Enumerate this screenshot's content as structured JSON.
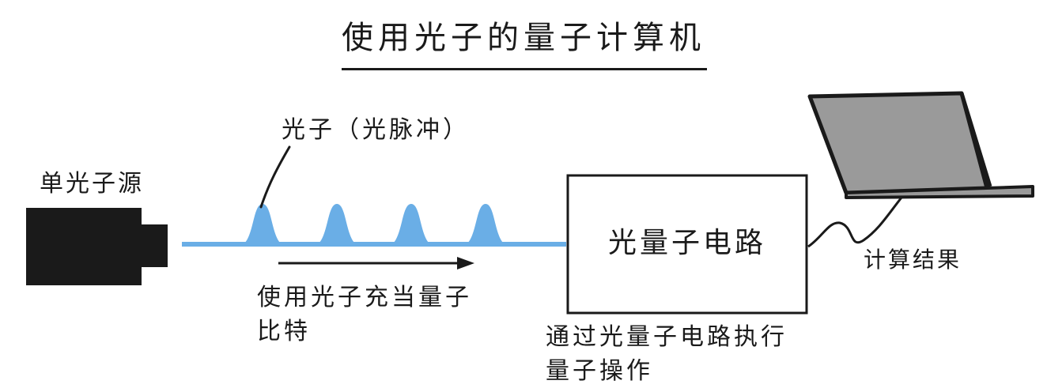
{
  "title": "使用光子的量子计算机",
  "labels": {
    "single_photon_source": "单光子源",
    "photon_pulse": "光子（光脉冲）",
    "qubit_line1": "使用光子充当量子",
    "qubit_line2": "比特",
    "circuit": "光量子电路",
    "operation_line1": "通过光量子电路执行",
    "operation_line2": "量子操作",
    "result": "计算结果"
  },
  "photon_pulse_count": 4,
  "icons": {
    "source": "single-photon-source-icon",
    "laptop": "laptop-icon",
    "arrow": "right-arrow-icon"
  },
  "colors": {
    "photon": "#6aaee6",
    "ink": "#1a1a1a",
    "laptop_screen": "#9a9a9a"
  }
}
